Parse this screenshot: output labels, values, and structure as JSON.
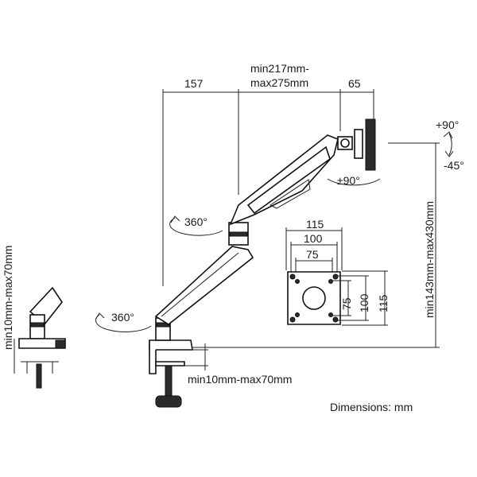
{
  "labels": {
    "reach_min_max_line1": "min217mm-",
    "reach_min_max_line2": "max275mm",
    "dim_157": "157",
    "dim_65": "65",
    "tilt_up": "+90°",
    "tilt_down": "-45°",
    "rotate_plate": "±90°",
    "swivel_upper": "360°",
    "swivel_lower": "360°",
    "height_range": "min143mm-max430mm",
    "clamp_range_side": "min10mm-max70mm",
    "clamp_range_main": "min10mm-max70mm",
    "vesa_115_h": "115",
    "vesa_100_h": "100",
    "vesa_75_h": "75",
    "vesa_75_v": "75",
    "vesa_100_v": "100",
    "vesa_115_v": "115",
    "dimensions_note": "Dimensions: mm"
  },
  "colors": {
    "line": "#111111",
    "fill_dark": "#2b2b2b"
  }
}
